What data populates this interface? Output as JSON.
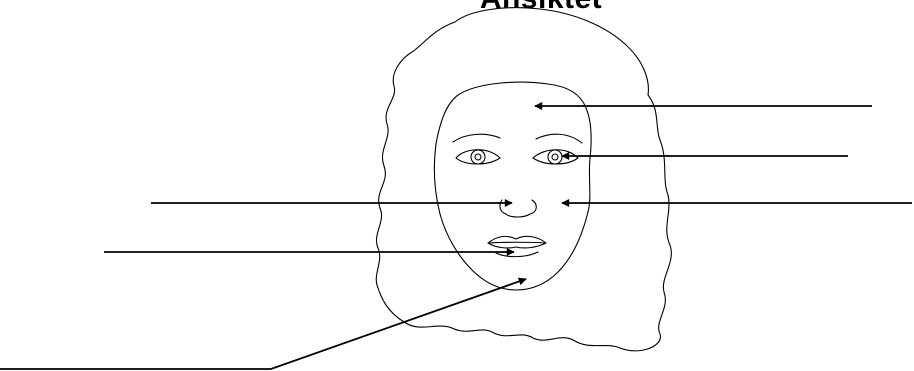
{
  "title": "Ansiktet",
  "figure": {
    "subject": "face-portrait-icon",
    "pointers": [
      {
        "target": "forehead"
      },
      {
        "target": "eye"
      },
      {
        "target": "cheek"
      },
      {
        "target": "nose"
      },
      {
        "target": "mouth"
      },
      {
        "target": "chin"
      }
    ]
  },
  "colors": {
    "ink": "#000000",
    "background": "#ffffff"
  }
}
